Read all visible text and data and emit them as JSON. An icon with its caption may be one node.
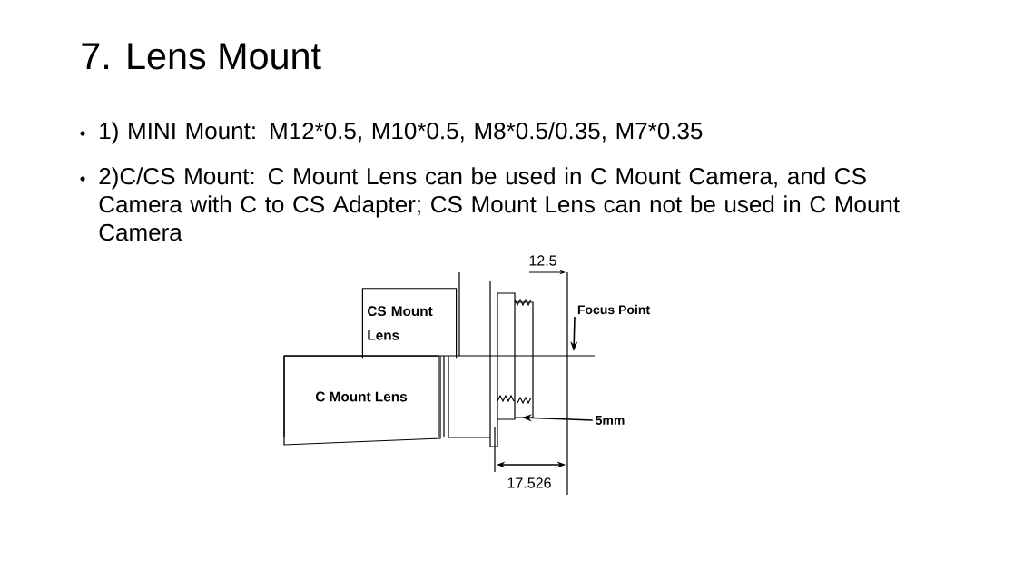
{
  "diagram": {
    "title": "7. Lens Mount",
    "nodes": [
      {
        "text": [
          "CS Mount Lens"
        ]
      },
      {
        "text": [
          "C Mount Lens"
        ]
      },
      {
        "text": [
          "Focus Point"
        ]
      },
      {
        "text": [
          "5mm"
        ]
      }
    ],
    "edges": [
      {
        "from": 2,
        "to": null,
        "arrow": "to"
      },
      {
        "from": 3,
        "to": null,
        "arrow": "to"
      }
    ],
    "labels": [
      "1) MINI Mount: M12*0.5, M10*0.5, M8*0.5/0.35, M7*0.35",
      "2)C/CS Mount: C Mount Lens can be used in C Mount Camera, and CS Camera with C to CS Adapter; CS Mount Lens can not be used in C Mount Camera",
      "12.5",
      "17.526"
    ]
  }
}
